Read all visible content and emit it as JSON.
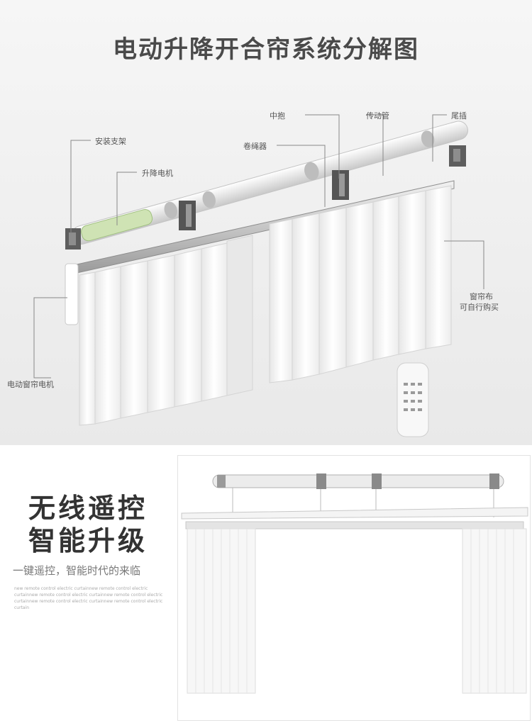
{
  "title": "电动升降开合帘系统分解图",
  "labels": {
    "bracket": "安装支架",
    "lift_motor": "升降电机",
    "center_hold": "中抱",
    "rope_reel": "卷绳器",
    "drive_tube": "传动管",
    "tail_plug": "尾插",
    "fabric_line1": "窗帘布",
    "fabric_line2": "可自行购买",
    "curtain_motor": "电动窗帘电机"
  },
  "bottom": {
    "line1": "无线遥控",
    "line2": "智能升级",
    "sub": "一键遥控，智能时代的来临",
    "fine": "new remote control electric curtainnew remote control electric curtainnew remote control electric curtainnew remote control electric curtainnew remote control electric curtainnew remote control electric curtain"
  },
  "colors": {
    "title": "#4a4a4a",
    "line": "#888888",
    "fabric": "#ffffff",
    "metal": "#6a6a6a"
  }
}
